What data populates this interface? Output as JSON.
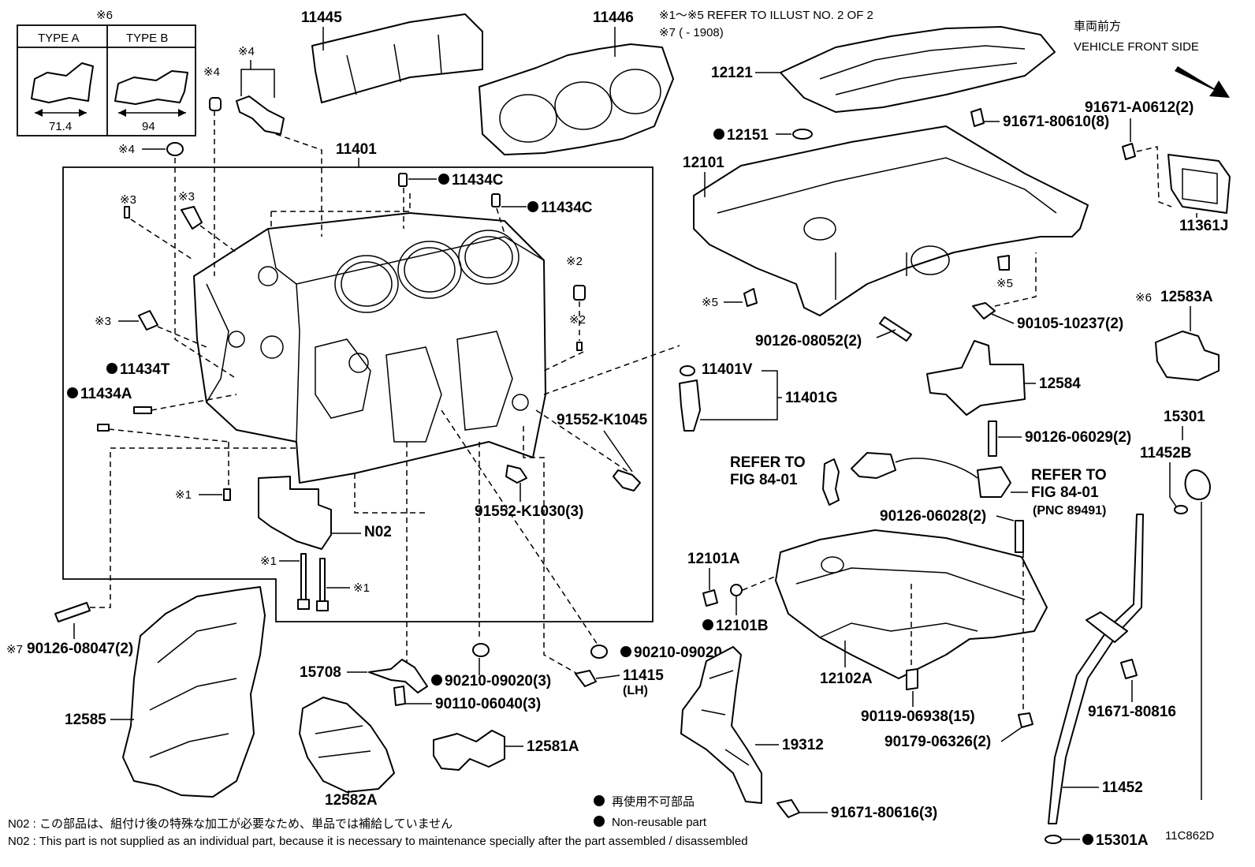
{
  "labels": {
    "l11445": "11445",
    "l11446": "11446",
    "l11401": "11401",
    "l12121": "12121",
    "l12151": "12151",
    "l12101": "12101",
    "l11434C_a": "11434C",
    "l11434C_b": "11434C",
    "l11434T": "11434T",
    "l11434A": "11434A",
    "l11401V": "11401V",
    "l11401G": "11401G",
    "l91552K1045": "91552-K1045",
    "l91552K1030": "91552-K1030(3)",
    "lN02": "N02",
    "l12101A": "12101A",
    "l12101B": "12101B",
    "l12102A": "12102A",
    "l90210_09020": "90210-09020",
    "l90210_09020_3": "90210-09020(3)",
    "l11415": "11415",
    "l11415_lh": "(LH)",
    "l15708": "15708",
    "l90110": "90110-06040(3)",
    "l12585": "12585",
    "l12582A": "12582A",
    "l12581A": "12581A",
    "l19312": "19312",
    "l91671_80616": "91671-80616(3)",
    "l90126_08047": "90126-08047(2)",
    "l90126_08052": "90126-08052(2)",
    "l90105": "90105-10237(2)",
    "l91671_80610": "91671-80610(8)",
    "l91671_A0612": "91671-A0612(2)",
    "l11361J": "11361J",
    "l12583A": "12583A",
    "l12584": "12584",
    "l90126_06029": "90126-06029(2)",
    "l15301": "15301",
    "l11452B": "11452B",
    "l90126_06028": "90126-06028(2)",
    "l90119": "90119-06938(15)",
    "l90179": "90179-06326(2)",
    "l91671_80816": "91671-80816",
    "l11452": "11452",
    "l15301A": "15301A",
    "l_refer_to_a": "REFER TO",
    "l_fig_a": "FIG 84-01",
    "l_refer_to_b": "REFER TO",
    "l_fig_b": "FIG 84-01",
    "l_pnc": "(PNC 89491)"
  },
  "marks": {
    "m6_box": "※6",
    "m4_a": "※4",
    "m4_b": "※4",
    "m4_c": "※4",
    "m3_a": "※3",
    "m3_b": "※3",
    "m3_c": "※3",
    "m2_a": "※2",
    "m2_b": "※2",
    "m1_a": "※1",
    "m1_b": "※1",
    "m1_c": "※1",
    "m5_a": "※5",
    "m5_b": "※5",
    "m6_b": "※6",
    "m7": "※7"
  },
  "type_box": {
    "type_a": "TYPE A",
    "type_b": "TYPE B",
    "dim_a": "71.4",
    "dim_b": "94"
  },
  "notes": {
    "refer_line1": "※1～※5 REFER TO ILLUST NO. 2 OF 2",
    "refer_line2": "※7 (          - 1908)",
    "vehicle_front_jp": "車両前方",
    "vehicle_front_en": "VEHICLE FRONT SIDE"
  },
  "legend": {
    "jp": "再使用不可部品",
    "en": "Non-reusable part"
  },
  "footnotes": {
    "n02_jp": "N02 : この部品は、組付け後の特殊な加工が必要なため、単品では補給していません",
    "n02_en": "N02 : This part is not supplied as an individual part, because it is necessary to maintenance specially after the part assembled / disassembled"
  },
  "figure_id": "11C862D",
  "icons": [
    "filled-dot-icon",
    "arrow-front-icon"
  ]
}
